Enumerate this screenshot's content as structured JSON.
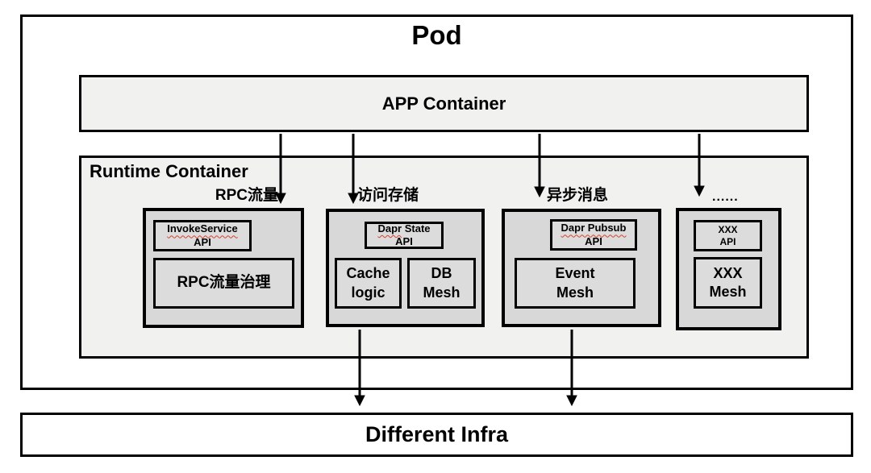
{
  "pod": {
    "title": "Pod"
  },
  "app_container": {
    "title": "APP Container"
  },
  "runtime_container": {
    "title": "Runtime Container"
  },
  "infra": {
    "title": "Different Infra"
  },
  "groups": [
    {
      "label": "RPC流量",
      "api": {
        "squiggle": "InvokeService",
        "plain": "",
        "line2": "API"
      },
      "boxes": [
        {
          "line1": "RPC流量治理",
          "line2": ""
        }
      ]
    },
    {
      "label": "访问存储",
      "api": {
        "squiggle": "Dapr",
        "plain": " State",
        "line2": "API"
      },
      "boxes": [
        {
          "line1": "Cache",
          "line2": "logic"
        },
        {
          "line1": "DB",
          "line2": "Mesh"
        }
      ]
    },
    {
      "label": "异步消息",
      "api": {
        "squiggle": "Dapr Pubsub",
        "plain": "",
        "line2": "API"
      },
      "boxes": [
        {
          "line1": "Event",
          "line2": "Mesh"
        }
      ]
    },
    {
      "label": "......",
      "api": {
        "squiggle": "",
        "plain": "XXX",
        "line2": "API"
      },
      "boxes": [
        {
          "line1": "XXX",
          "line2": "Mesh"
        }
      ]
    }
  ],
  "colors": {
    "border": "#000000",
    "panel_fill": "#f1f1f0",
    "group_fill": "#d8d8d8",
    "inner_fill": "#dcdcdc",
    "background": "#ffffff",
    "spellcheck_squiggle": "#d8402f"
  }
}
